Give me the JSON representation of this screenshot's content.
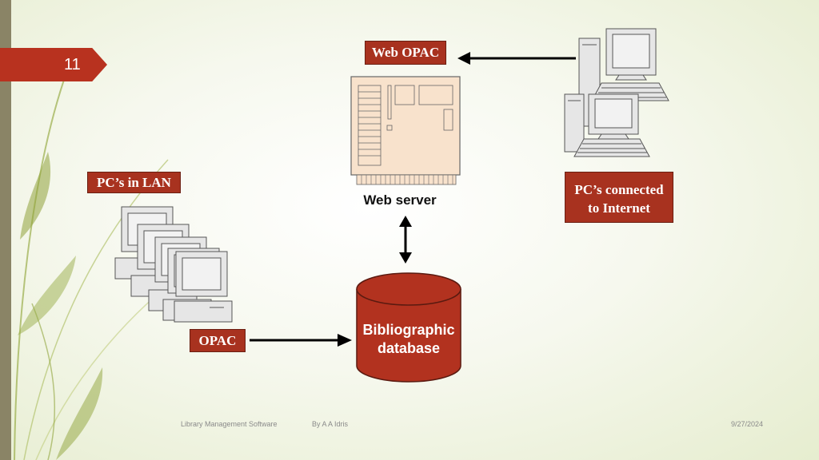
{
  "slide": {
    "number": "11"
  },
  "labels": {
    "web_opac": "Web OPAC",
    "pcs_in_lan": "PC’s in LAN",
    "pcs_internet_line1": "PC’s connected",
    "pcs_internet_line2": "to Internet",
    "opac": "OPAC",
    "web_server": "Web server",
    "database_line1": "Bibliographic",
    "database_line2": "database"
  },
  "footer": {
    "title": "Library Management Software",
    "author": "By A A Idris",
    "date": "9/27/2024"
  },
  "colors": {
    "accent": "#a8321f",
    "slide_number_bg": "#b8321f",
    "left_bar": "#8a8466",
    "server_fill": "#f8e2cc",
    "leaf_green": "#8fa33a"
  },
  "icons": [
    "desktop-computer-icon",
    "tower-computer-icon",
    "server-board-icon",
    "database-cylinder-icon"
  ]
}
